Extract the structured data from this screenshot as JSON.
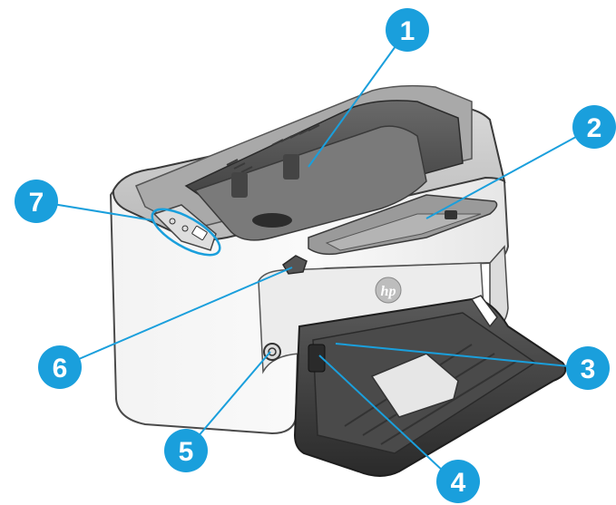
{
  "diagram": {
    "brand_logo": "hp",
    "callout_color": "#1a9fdc",
    "callouts": [
      {
        "number": "1"
      },
      {
        "number": "2"
      },
      {
        "number": "3"
      },
      {
        "number": "4"
      },
      {
        "number": "5"
      },
      {
        "number": "6"
      },
      {
        "number": "7"
      }
    ]
  }
}
